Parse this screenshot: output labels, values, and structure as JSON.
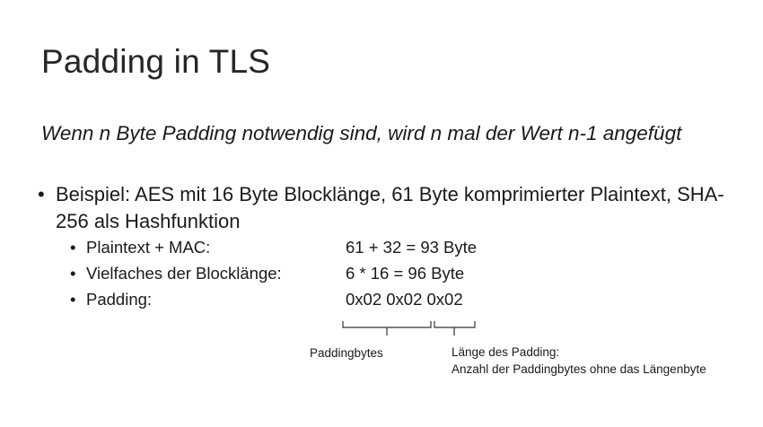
{
  "slide": {
    "title": "Padding in TLS",
    "intro": "Wenn n Byte Padding notwendig sind, wird n mal der Wert n-1 angefügt",
    "bullet_symbol": "•",
    "example": {
      "text": "Beispiel: AES mit 16 Byte Blocklänge, 61 Byte komprimierter Plaintext, SHA-256 als Hashfunktion",
      "rows": [
        {
          "label": "Plaintext + MAC:",
          "value": "61 + 32 = 93 Byte"
        },
        {
          "label": "Vielfaches der Blocklänge:",
          "value": "6 * 16 = 96 Byte"
        },
        {
          "label": "Padding:",
          "value": "0x02 0x02 0x02"
        }
      ]
    },
    "annotations": {
      "padding_bytes": "Paddingbytes",
      "length_title": "Länge des Padding:",
      "length_desc": "Anzahl der Paddingbytes ohne das Längenbyte"
    }
  }
}
